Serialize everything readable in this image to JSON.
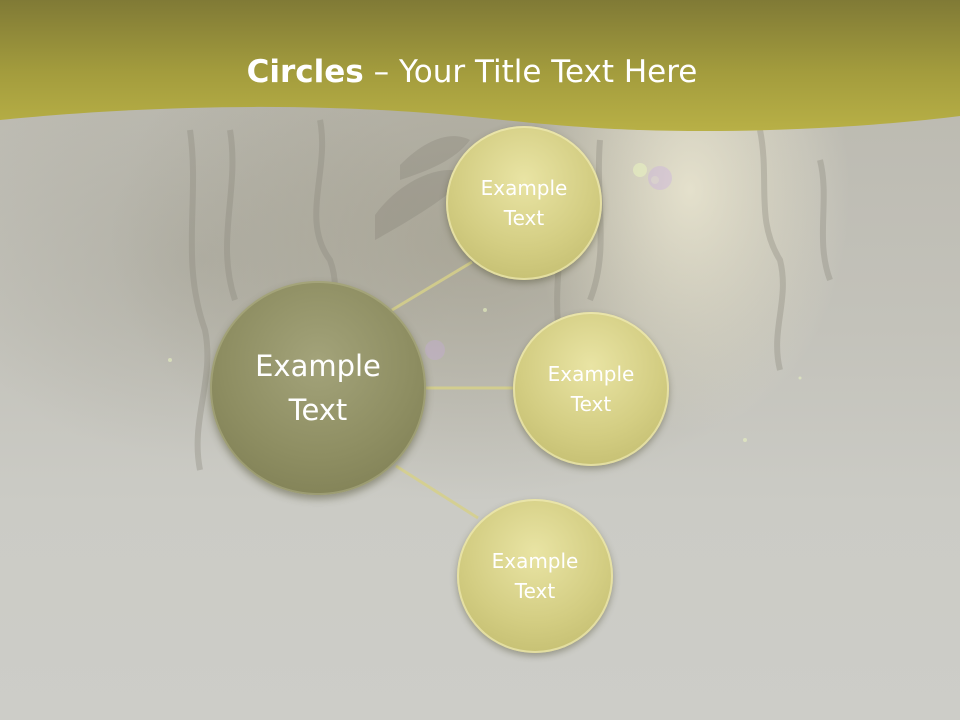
{
  "title": {
    "bold": "Circles",
    "rest": " – Your Title Text Here"
  },
  "diagram": {
    "center": {
      "label": "Example Text"
    },
    "nodes": [
      {
        "label": "Example Text"
      },
      {
        "label": "Example Text"
      },
      {
        "label": "Example Text"
      }
    ]
  },
  "colors": {
    "header_band": "#b3ab40",
    "center_circle": "#8e8e62",
    "small_circle": "#d3cd82",
    "connector": "#d6d08a",
    "text": "#ffffff"
  }
}
